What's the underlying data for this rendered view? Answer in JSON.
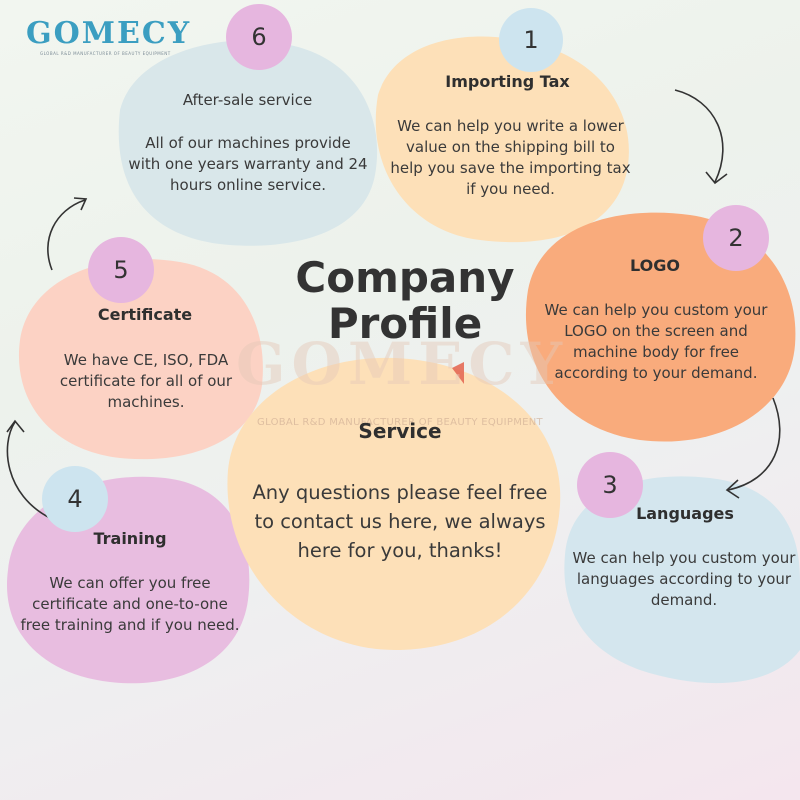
{
  "brand": {
    "logo": "GOMECY",
    "tagline": "GLOBAL R&D MANUFACTURER OF BEAUTY EQUIPMENT"
  },
  "watermark": {
    "logo": "GOMECY",
    "tagline": "GLOBAL R&D MANUFACTURER OF BEAUTY EQUIPMENT"
  },
  "heading": {
    "line1": "Company",
    "line2": "Profile"
  },
  "center": {
    "title": "Service",
    "text": "Any questions please feel free to contact us here, we always here for you, thanks!"
  },
  "items": [
    {
      "number": "1",
      "title": "Importing Tax",
      "text": "We can help you write a lower value on the shipping bill to help you save the importing tax if you need."
    },
    {
      "number": "2",
      "title": "LOGO",
      "text": "We can help you custom your LOGO on the screen and machine body for free according to your demand."
    },
    {
      "number": "3",
      "title": "Languages",
      "text": "We can help you custom your languages according to your demand."
    },
    {
      "number": "4",
      "title": "Training",
      "text": "We can offer you free certificate and one-to-one free training and if you need."
    },
    {
      "number": "5",
      "title": "Certificate",
      "text": "We have CE, ISO, FDA certificate for all of our machines."
    },
    {
      "number": "6",
      "title": "After-sale service",
      "text": "All of our machines provide with one years warranty and 24 hours online service."
    }
  ],
  "colors": {
    "peach": "#fde0b8",
    "orange": "#f9ab7c",
    "blue": "#d4e6ee",
    "pink": "#e8bde0",
    "salmon": "#fcd2c4",
    "grayblue": "#d9e7ea",
    "numPink": "#e6b6df",
    "numBlue": "#cde4ef"
  }
}
